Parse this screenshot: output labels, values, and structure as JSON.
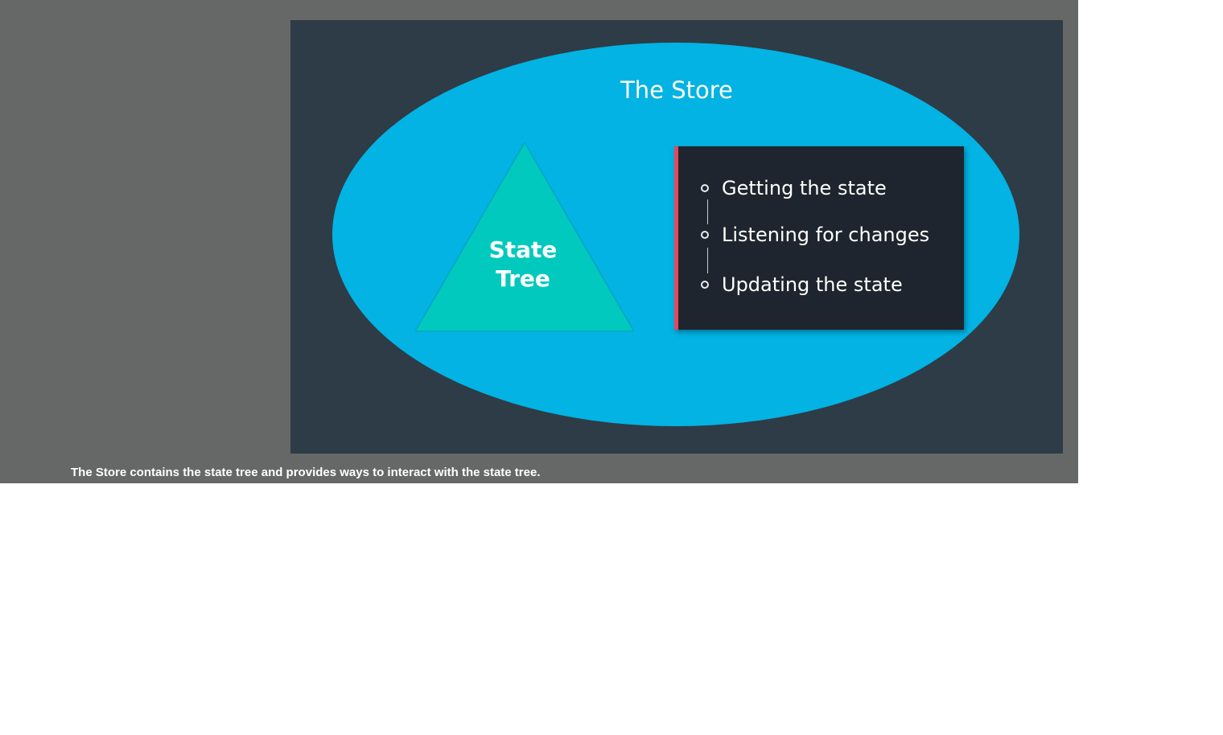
{
  "figure": {
    "store_label": "The Store",
    "state_tree": {
      "line1": "State",
      "line2": "Tree"
    },
    "operations": [
      "Getting the state",
      "Listening for changes",
      "Updating the state"
    ]
  },
  "caption": "The Store contains the state tree and provides ways to interact with the state tree.",
  "colors": {
    "page_background": "#666867",
    "figure_background": "#2e3c47",
    "store_ellipse": "#02b3e3",
    "state_tree_triangle": "#02c9bd",
    "operations_panel": "#1f252e",
    "operations_accent": "#e5475e"
  }
}
